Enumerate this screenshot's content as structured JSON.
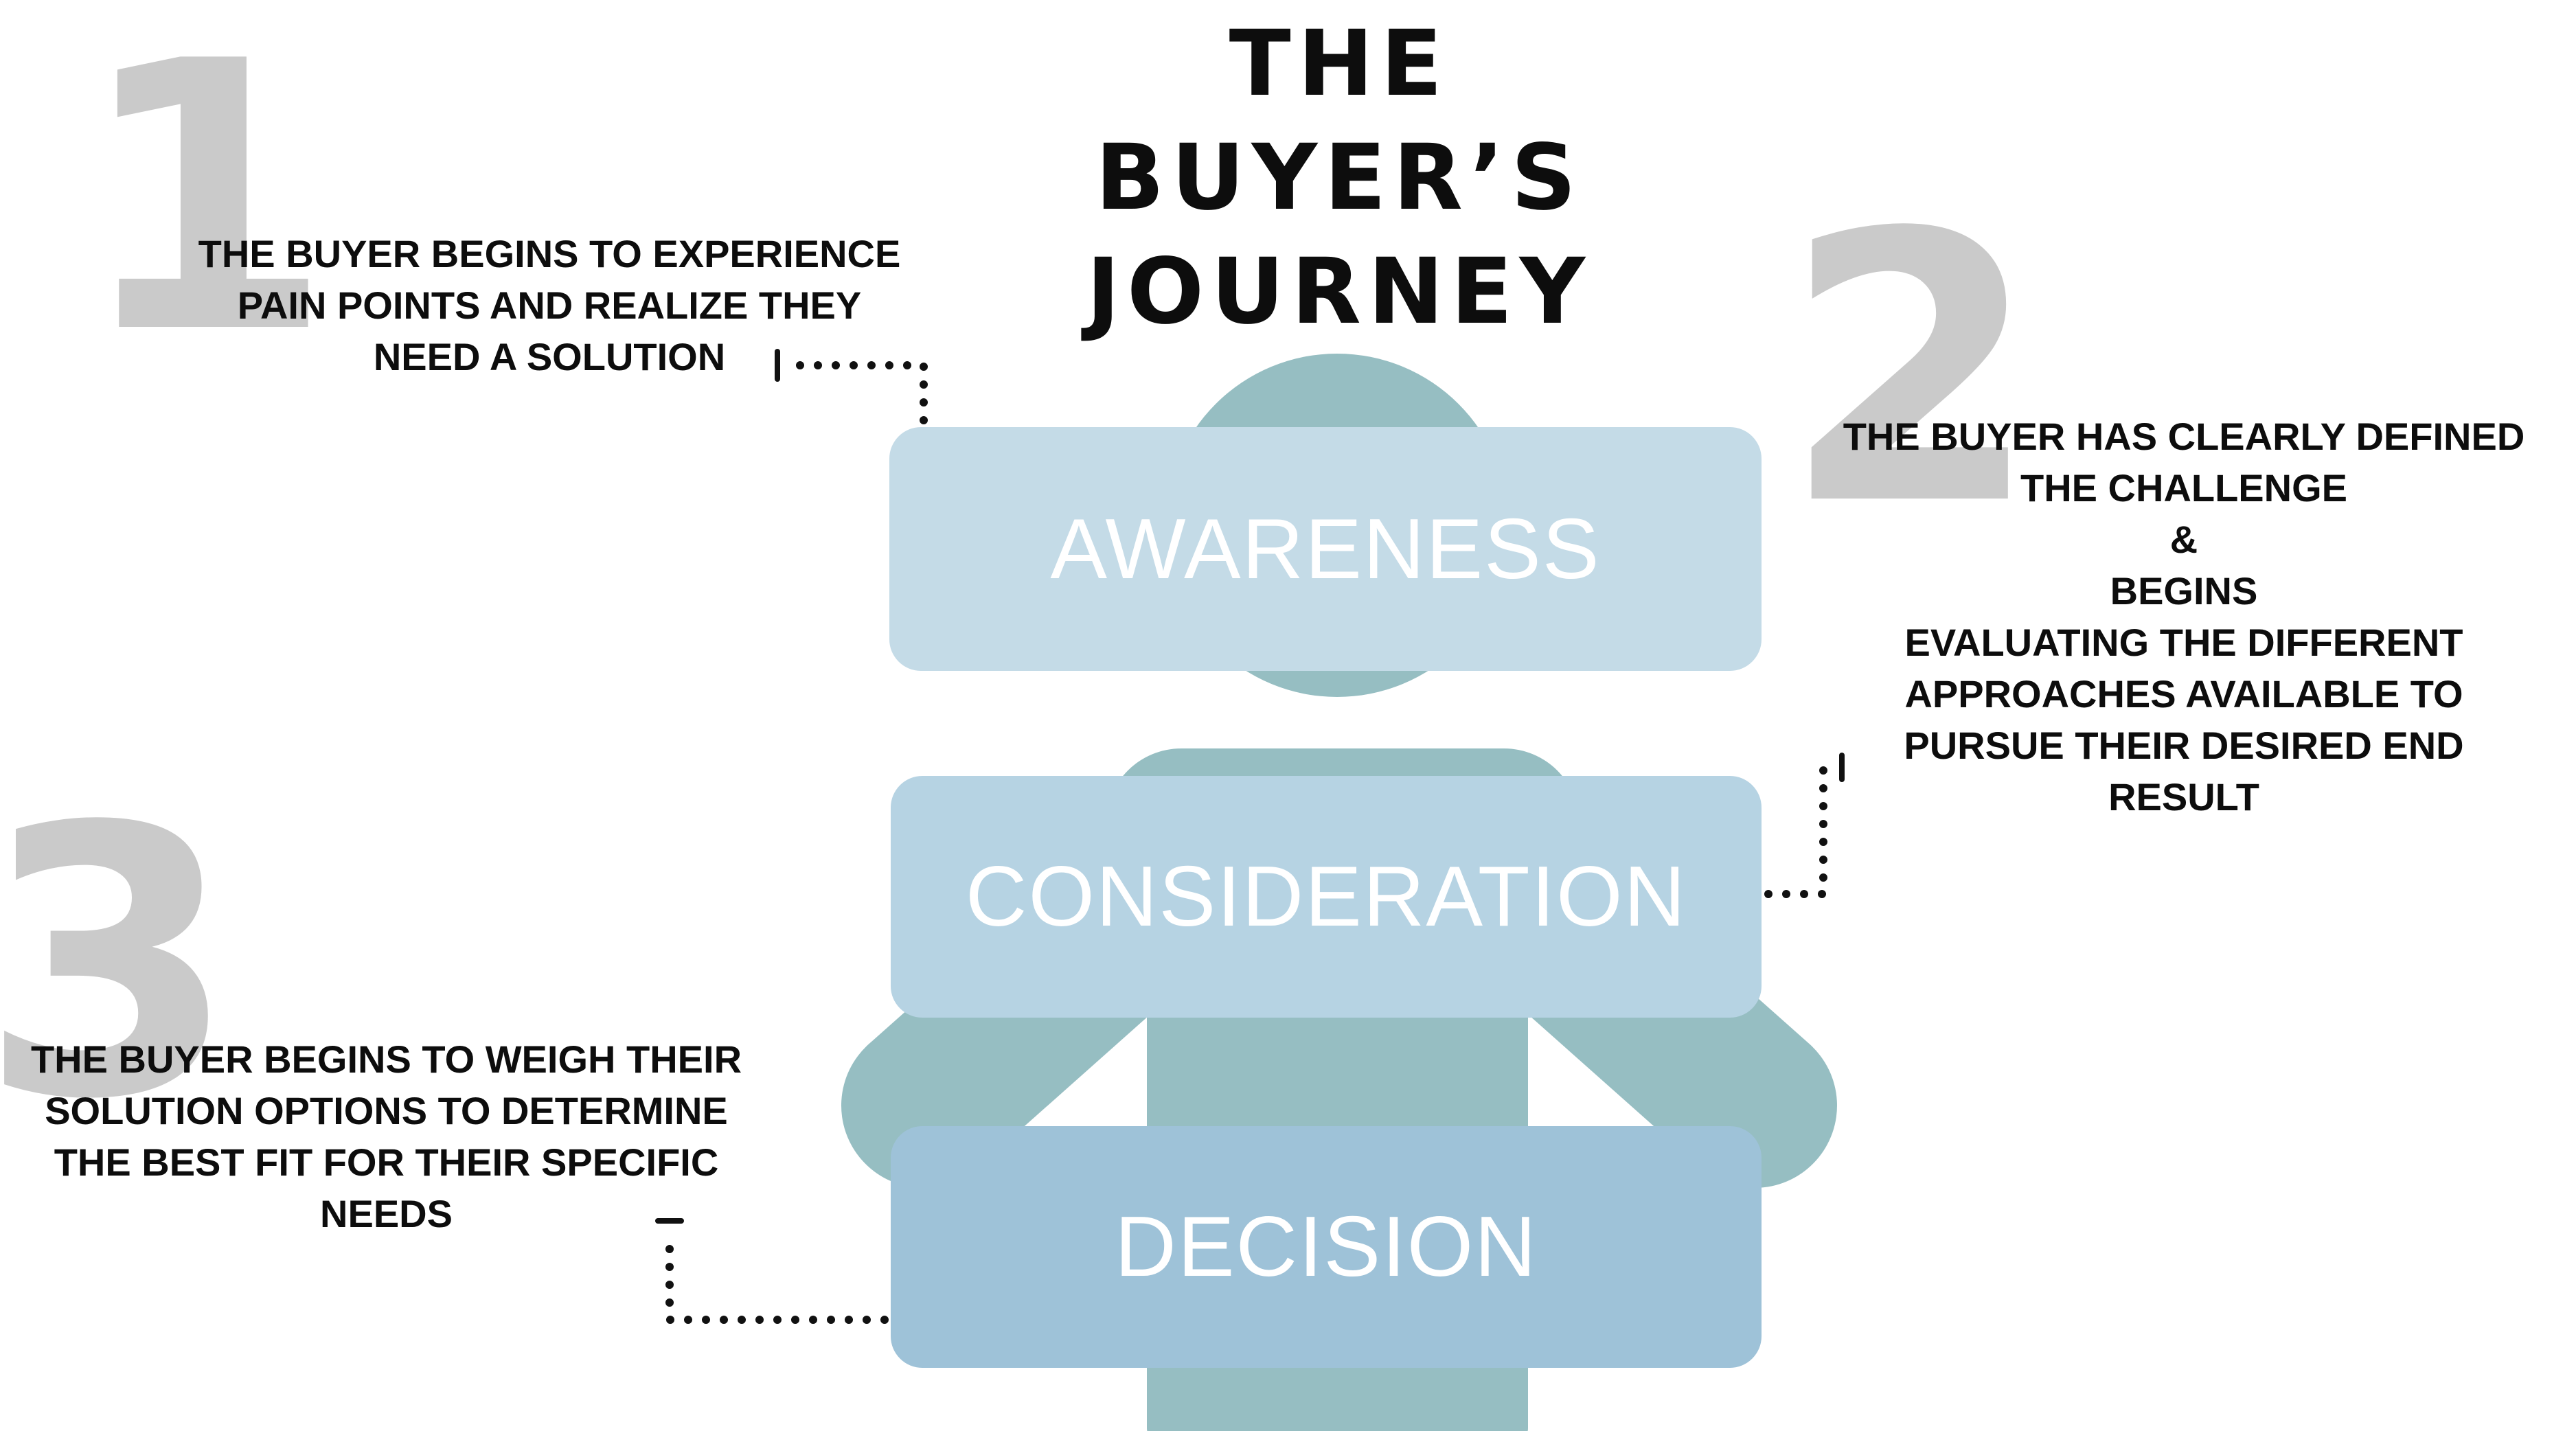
{
  "title": {
    "lines": [
      "THE",
      "BUYER’S",
      "JOURNEY"
    ]
  },
  "colors": {
    "figure": "#96bec2",
    "awareness_box": "#c4dbe7",
    "consideration_box": "#b6d3e3",
    "decision_box": "#9ec2d8",
    "big_number": "#cacaca",
    "text": "#0d0d0d",
    "connector": "#111111"
  },
  "stages": [
    {
      "number": "1",
      "label": "AWARENESS",
      "description": [
        "THE BUYER BEGINS TO EXPERIENCE",
        "PAIN POINTS AND REALIZE THEY",
        "NEED A SOLUTION"
      ]
    },
    {
      "number": "2",
      "label": "CONSIDERATION",
      "description": [
        "THE BUYER HAS CLEARLY DEFINED",
        "THE CHALLENGE",
        "&",
        "BEGINS",
        "EVALUATING THE DIFFERENT",
        "APPROACHES AVAILABLE TO",
        "PURSUE THEIR DESIRED END",
        "RESULT"
      ]
    },
    {
      "number": "3",
      "label": "DECISION",
      "description": [
        "THE BUYER BEGINS TO WEIGH THEIR",
        "SOLUTION OPTIONS TO DETERMINE",
        "THE BEST FIT FOR THEIR SPECIFIC",
        "NEEDS"
      ]
    }
  ]
}
